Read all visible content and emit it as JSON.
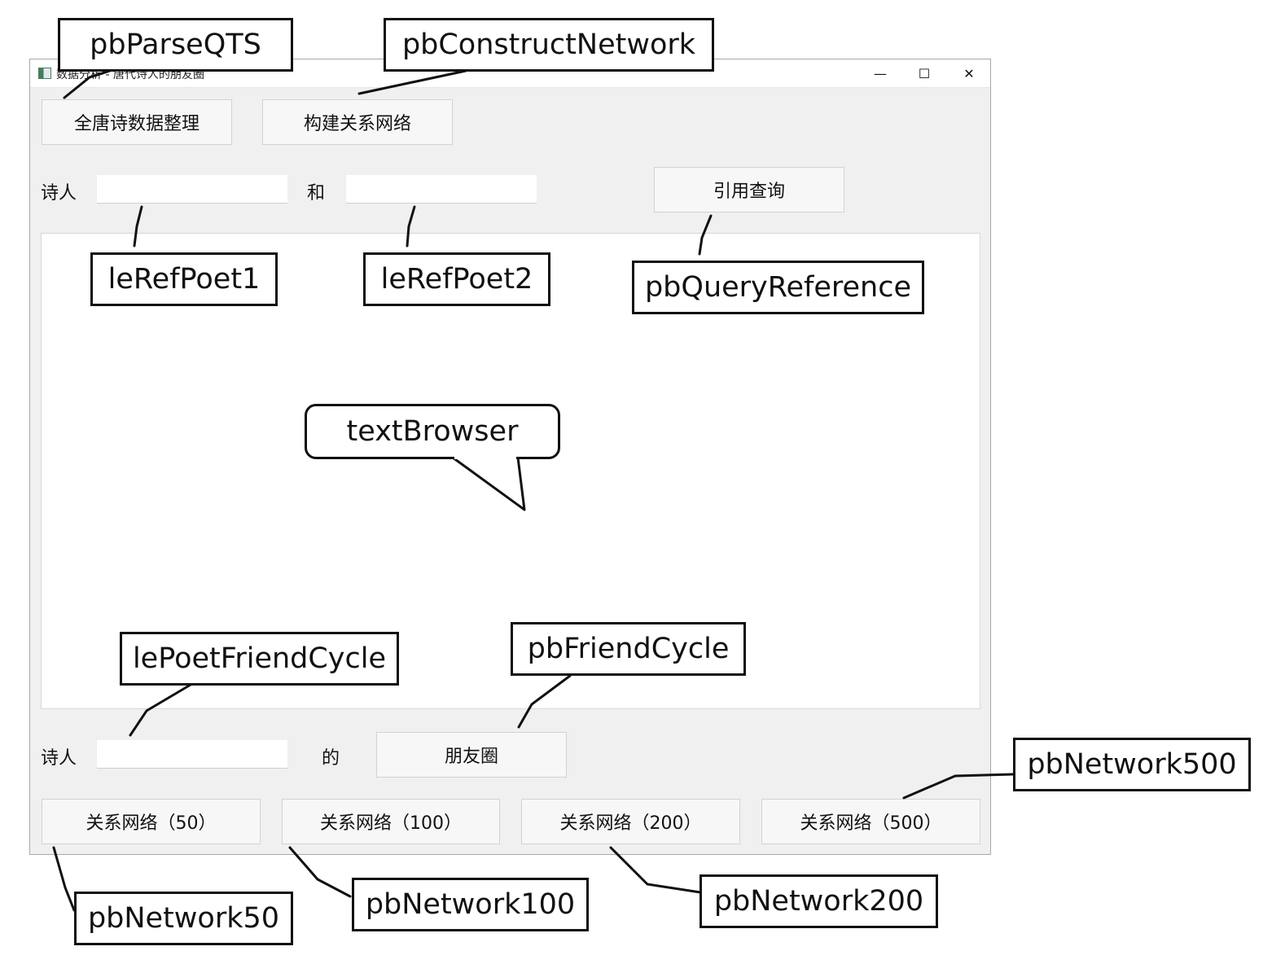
{
  "window": {
    "title": "数据分析 - 唐代诗人的朋友圈",
    "controls": {
      "minimize": "—",
      "maximize": "☐",
      "close": "✕"
    }
  },
  "toolbar": {
    "parse_qts_label": "全唐诗数据整理",
    "construct_network_label": "构建关系网络"
  },
  "reference": {
    "poet_label": "诗人",
    "and_label": "和",
    "poet1_value": "",
    "poet2_value": "",
    "query_label": "引用查询"
  },
  "friend_cycle": {
    "poet_label": "诗人",
    "of_label": "的",
    "poet_value": "",
    "button_label": "朋友圈"
  },
  "network_buttons": [
    {
      "label": "关系网络（50）"
    },
    {
      "label": "关系网络（100）"
    },
    {
      "label": "关系网络（200）"
    },
    {
      "label": "关系网络（500）"
    }
  ],
  "annotations": {
    "pbParseQTS": "pbParseQTS",
    "pbConstructNetwork": "pbConstructNetwork",
    "leRefPoet1": "leRefPoet1",
    "leRefPoet2": "leRefPoet2",
    "pbQueryReference": "pbQueryReference",
    "textBrowser": "textBrowser",
    "lePoetFriendCycle": "lePoetFriendCycle",
    "pbFriendCycle": "pbFriendCycle",
    "pbNetwork500": "pbNetwork500",
    "pbNetwork50": "pbNetwork50",
    "pbNetwork100": "pbNetwork100",
    "pbNetwork200": "pbNetwork200"
  }
}
